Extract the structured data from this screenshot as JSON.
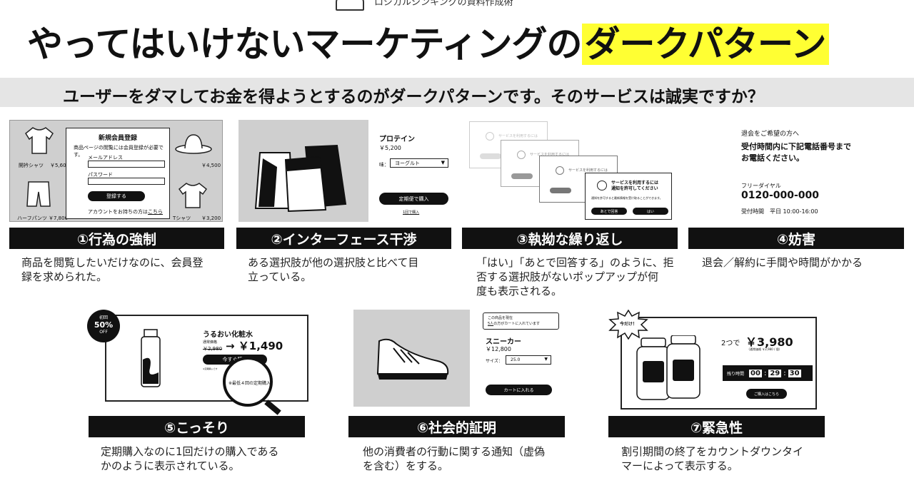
{
  "header": {
    "top_text": "ロジカルシンキングの資料作成術",
    "title_main": "やってはいけないマーケティングの",
    "title_highlight": "ダークパターン",
    "subtitle": "ユーザーをダマしてお金を得ようとするのがダークパターンです。そのサービスは誠実ですか？"
  },
  "colors": {
    "highlight": "#ffff33",
    "label_bg": "#111111",
    "subtitle_bg": "#e5e5e5"
  },
  "p1": {
    "label": "①行為の強制",
    "desc": "商品を閲覧したいだけなのに、会員登\n録を求められた。",
    "modal_title": "新規会員登録",
    "modal_msg": "商品ページの閲覧には会員登録が必要です。",
    "email_label": "メールアドレス",
    "password_label": "パスワード",
    "register_btn": "登録する",
    "account_text": "アカウントをお持ちの方は",
    "account_link": "こちら",
    "item1": "開衿シャツ",
    "price1": "￥5,600",
    "item2": "ハーフパンツ",
    "price2": "￥7,800",
    "price3": "￥4,500",
    "item4": "Tシャツ",
    "price4": "￥3,200"
  },
  "p2": {
    "label": "②インターフェース干渉",
    "desc": "ある選択肢が他の選択肢と比べて目\n立っている。",
    "product": "プロテイン",
    "price": "￥5,200",
    "flavor_label": "味：",
    "flavor_value": "ヨーグルト",
    "primary_btn": "定期便で購入",
    "secondary_link": "1回で購入"
  },
  "p3": {
    "label": "③執拗な繰り返し",
    "desc": "「はい」「あとで回答する」のように、拒\n否する選択肢がないポップアップが何\n度も表示される。",
    "popup_text_faint": "サービスを利用するには",
    "popup_line1": "サービスを利用するには",
    "popup_line2": "通知を許可してください",
    "popup_small": "通知を許可すると最新情報を受け取ることができます。",
    "later_btn": "あとで回答",
    "yes_btn": "はい"
  },
  "p4": {
    "label": "④妨害",
    "desc": "退会／解約に手間や時間がかかる",
    "line1": "退会をご希望の方へ",
    "line2": "受付時間内に下記電話番号まで\nお電話ください。",
    "dial_label": "フリーダイヤル",
    "phone": "0120-000-000",
    "hours_label": "受付時間",
    "hours_value": "平日 10:00-16:00"
  },
  "p5": {
    "label": "⑤こっそり",
    "desc": "定期購入なのに1回だけの購入である\nかのように表示されている。",
    "badge_top": "初回",
    "badge_pct": "50%",
    "badge_off": "OFF",
    "product": "うるおい化粧水",
    "orig_label": "通常価格",
    "orig_price": "￥2,980",
    "new_price": "→ ￥1,490",
    "buy_btn": "今すぐ購入",
    "fine_print": "※定期購入です",
    "magnified": "※最低４回の定期購入が必要です"
  },
  "p6": {
    "label": "⑥社会的証明",
    "desc": "他の消費者の行動に関する通知（虚偽\nを含む）をする。",
    "notice_line1": "この商品を現在",
    "notice_count": "5人",
    "notice_line2": "の方がカートに入れています",
    "product": "スニーカー",
    "price": "￥12,800",
    "size_label": "サイズ：",
    "size_value": "25.0",
    "cart_btn": "カートに入れる"
  },
  "p7": {
    "label": "⑦緊急性",
    "desc": "割引期間の終了をカウントダウンタイ\nマーによって表示する。",
    "burst": "今だけ！",
    "qty": "2つで",
    "price": "￥3,980",
    "regular": "（通常価格 ￥2,980 / 個）",
    "timer_label": "残り時間",
    "timer_h": "00",
    "timer_m": "29",
    "timer_s": "30",
    "buy_btn": "ご購入はこちら"
  }
}
